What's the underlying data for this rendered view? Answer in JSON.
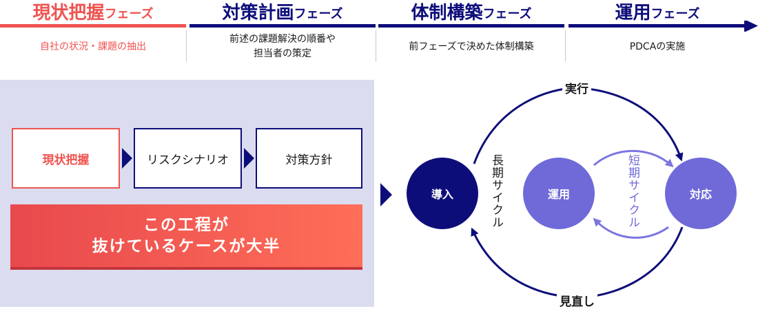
{
  "phases": [
    {
      "main": "現状把握",
      "suffix": "フェーズ",
      "desc": [
        "自社の状況・課題の抽出"
      ],
      "color": "#ef5350"
    },
    {
      "main": "対策計画",
      "suffix": "フェーズ",
      "desc": [
        "前述の課題解決の順番や",
        "担当者の策定"
      ],
      "color": "#0d0d7a"
    },
    {
      "main": "体制構築",
      "suffix": "フェーズ",
      "desc": [
        "前フェーズで決めた体制構築"
      ],
      "color": "#0d0d7a"
    },
    {
      "main": "運用",
      "suffix": "フェーズ",
      "desc": [
        "PDCAの実施"
      ],
      "color": "#0d0d7a"
    }
  ],
  "steps": [
    "現状把握",
    "リスクシナリオ",
    "対策方針"
  ],
  "banner": [
    "この工程が",
    "抜けているケースが大半"
  ],
  "cycle": {
    "intro": "導入",
    "operation": "運用",
    "response": "対応",
    "execute": "実行",
    "review": "見直し",
    "long_cycle": "長期サイクル",
    "short_cycle": "短期サイクル"
  },
  "colors": {
    "accent_red": "#ef5350",
    "navy": "#0d0d7a",
    "purple": "#6f6ad8",
    "panel_bg": "#dcdcf0"
  }
}
